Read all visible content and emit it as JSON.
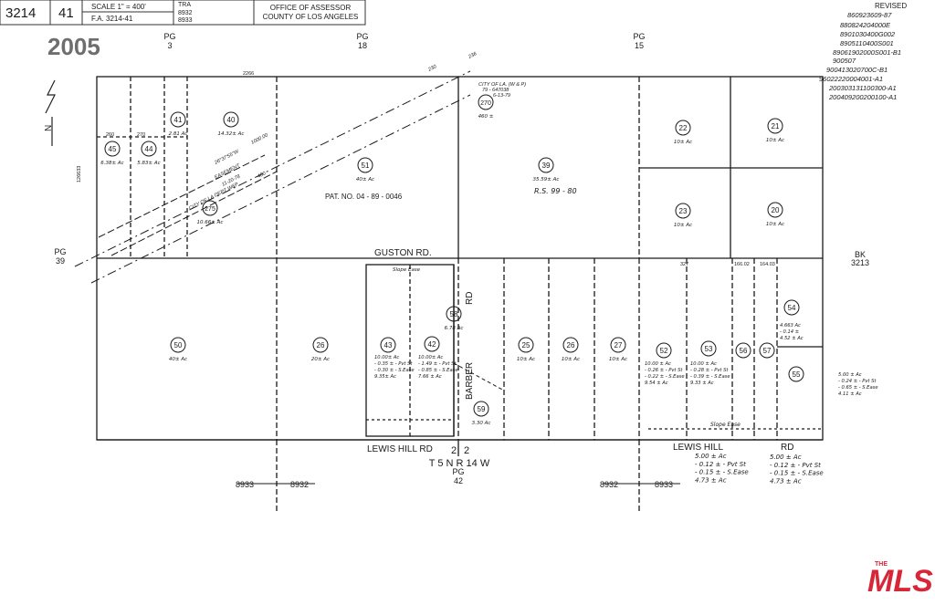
{
  "header": {
    "book": "3214",
    "page": "41",
    "scale": "SCALE 1\" = 400'",
    "fa": "F.A. 3214-41",
    "tra_label": "TRA",
    "tra_codes": [
      "8932",
      "8933"
    ],
    "office_line1": "OFFICE OF ASSESSOR",
    "office_line2": "COUNTY OF LOS ANGELES"
  },
  "stamp_year": "2005",
  "revised": {
    "label": "REVISED",
    "entries": [
      "860923609-87",
      "880824204000E",
      "8901030400G002",
      "8905110400S001",
      "89061902000S001-B1",
      "900507",
      "900413020700C-B1",
      "96022220004001-A1",
      "200303131100300-A1",
      "200409200200100-A1"
    ]
  },
  "page_refs": {
    "pg3": [
      "PG",
      "3"
    ],
    "pg18": [
      "PG",
      "18"
    ],
    "pg15": [
      "PG",
      "15"
    ],
    "pg39": [
      "PG",
      "39"
    ],
    "bk3213": [
      "BK",
      "3213"
    ],
    "pg42": [
      "PG",
      "42"
    ]
  },
  "north_label": "N",
  "roads": {
    "guston": "GUSTON RD.",
    "barber": "BARBER",
    "rd": "RD",
    "lewis_hill_left": "LEWIS HILL RD",
    "lewis_hill_right_a": "LEWIS HILL",
    "lewis_hill_right_b": "RD"
  },
  "township": "T 5 N R 14 W",
  "section": "2",
  "section_alt": "2",
  "patent": "PAT. NO.   04 - 89 - 0046",
  "rs_note": "R.S. 99 - 80",
  "city_note": [
    "CITY OF LA. (W & P)",
    "79 - 647038",
    "6-13-79"
  ],
  "city_diag": [
    "CITY OF LA  DEPT W&P",
    "EASEMENT",
    "11-20-78"
  ],
  "diag_dims": [
    "26°37'55\"W",
    "1000.00",
    "230",
    "480",
    "236"
  ],
  "slope_ease": "Slope Ease",
  "tra_bottom": {
    "left_a": "8933",
    "left_b": "8932",
    "right_a": "8932",
    "right_b": "8933"
  },
  "top_dims": [
    "2266",
    "260",
    "270",
    "327",
    "166.02",
    "164.03",
    "126633"
  ],
  "parcels": [
    {
      "id": "45",
      "area": "6.38± Ac"
    },
    {
      "id": "44",
      "area": "5.83± Ac"
    },
    {
      "id": "41",
      "area": "2.81 Ac"
    },
    {
      "id": "40",
      "area": "14.32± Ac"
    },
    {
      "id": "275",
      "area": "10.66± Ac"
    },
    {
      "id": "51",
      "area": "40± Ac"
    },
    {
      "id": "270",
      "area": "460 ±"
    },
    {
      "id": "39",
      "area": "35.59± Ac"
    },
    {
      "id": "22",
      "area": "10± Ac"
    },
    {
      "id": "21",
      "area": "10± Ac"
    },
    {
      "id": "23",
      "area": "10± Ac"
    },
    {
      "id": "20",
      "area": "10± Ac"
    },
    {
      "id": "50",
      "area": "40± Ac"
    },
    {
      "id": "26",
      "area": "20± Ac"
    },
    {
      "id": "43",
      "area": ""
    },
    {
      "id": "42",
      "area": ""
    },
    {
      "id": "58",
      "area": "6.78 Ac"
    },
    {
      "id": "59",
      "area": "3.30 Ac"
    },
    {
      "id": "25",
      "area": "10± Ac"
    },
    {
      "id": "26",
      "area": "10± Ac"
    },
    {
      "id": "27",
      "area": "10± Ac"
    },
    {
      "id": "52",
      "area": ""
    },
    {
      "id": "53",
      "area": ""
    },
    {
      "id": "56",
      "area": ""
    },
    {
      "id": "57",
      "area": ""
    },
    {
      "id": "54",
      "area": ""
    },
    {
      "id": "55",
      "area": ""
    }
  ],
  "notes": {
    "p43": [
      "10.00± Ac",
      "- 0.35 ± - Pvt St",
      "- 0.30 ± - S.Ease",
      "9.35± Ac"
    ],
    "p42": [
      "10.00± Ac",
      "- 1.49 ± - Pvt St",
      "- 0.85 ± - S.Ease",
      "7.66 ± Ac"
    ],
    "p52": [
      "10.00 ± Ac",
      "- 0.26 ± - Pvt St",
      "- 0.22 ± - S.Ease",
      "9.54 ± Ac"
    ],
    "p53": [
      "10.00 ± Ac",
      "- 0.28 ± - Pvt St",
      "- 0.39 ± - S.Ease",
      "9.33 ± Ac"
    ],
    "p57": [
      "4.663 Ac",
      "- 0.14 ±",
      "4.52 ± Ac"
    ],
    "p55": [
      "5.00 ± Ac",
      "- 0.24 ± - Pvt St",
      "- 0.65 ± - S.Ease",
      "4.11 ± Ac"
    ],
    "b1": [
      "5.00 ± Ac",
      "- 0.12 ± - Pvt St",
      "- 0.15 ± - S.Ease",
      "4.73 ± Ac"
    ],
    "b2": [
      "5.00 ± Ac",
      "- 0.12 ± - Pvt St",
      "- 0.15 ± - S.Ease",
      "4.73 ± Ac"
    ]
  },
  "watermark": "MLS",
  "watermark_prefix": "THE"
}
